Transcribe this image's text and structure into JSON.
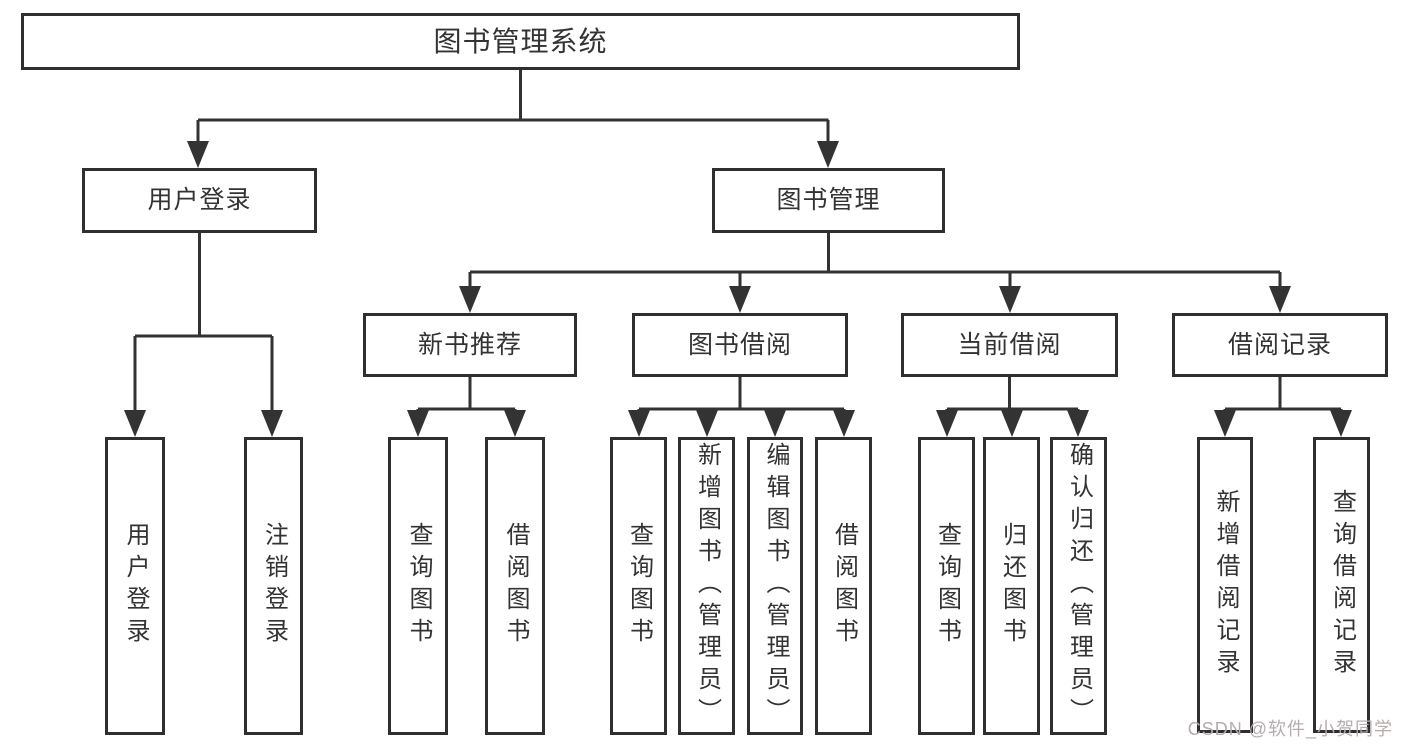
{
  "tree": {
    "root": "图书管理系统",
    "branches": [
      {
        "label": "用户登录",
        "children": [
          "用户登录",
          "注销登录"
        ]
      },
      {
        "label": "图书管理",
        "sections": [
          {
            "label": "新书推荐",
            "children": [
              "查询图书",
              "借阅图书"
            ]
          },
          {
            "label": "图书借阅",
            "children": [
              "查询图书",
              "新增图书（管理员）",
              "编辑图书（管理员）",
              "借阅图书"
            ]
          },
          {
            "label": "当前借阅",
            "children": [
              "查询图书",
              "归还图书",
              "确认归还（管理员）"
            ]
          },
          {
            "label": "借阅记录",
            "children": [
              "新增借阅记录",
              "查询借阅记录"
            ]
          }
        ]
      }
    ]
  },
  "watermark": "CSDN @软件_小贺同学",
  "colors": {
    "line": "#333333",
    "box_border": "#2f2f2f",
    "text": "#333333",
    "watermark": "#b5adad",
    "background": "#ffffff"
  }
}
